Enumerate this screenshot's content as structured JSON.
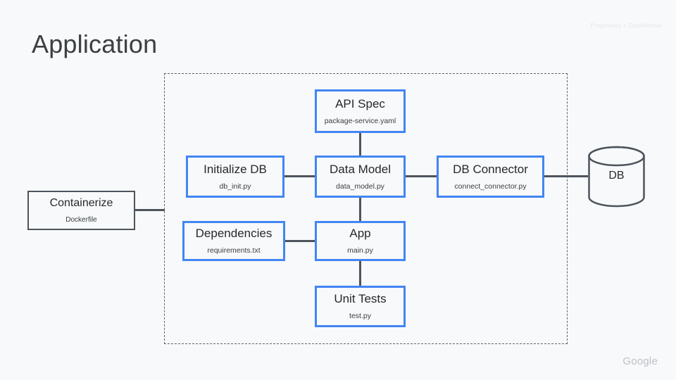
{
  "slide": {
    "title": "Application",
    "confidential_note": "Proprietary + Confidential",
    "brand": "Google",
    "background_color": "#f7f9fa",
    "accent_color": "#4285f4",
    "line_color": "#4e545c"
  },
  "diagram": {
    "type": "architecture-diagram",
    "boundary": {
      "style": "dashed",
      "color": "#5f6368"
    },
    "nodes": [
      {
        "id": "containerize",
        "title": "Containerize",
        "subtitle": "Dockerfile",
        "border_color": "#4e545c",
        "inside_boundary": false
      },
      {
        "id": "api-spec",
        "title": "API Spec",
        "subtitle": "package-service.yaml",
        "border_color": "#4285f4",
        "inside_boundary": true
      },
      {
        "id": "initialize-db",
        "title": "Initialize DB",
        "subtitle": "db_init.py",
        "border_color": "#4285f4",
        "inside_boundary": true
      },
      {
        "id": "data-model",
        "title": "Data Model",
        "subtitle": "data_model.py",
        "border_color": "#4285f4",
        "inside_boundary": true
      },
      {
        "id": "db-connector",
        "title": "DB Connector",
        "subtitle": "connect_connector.py",
        "border_color": "#4285f4",
        "inside_boundary": true
      },
      {
        "id": "dependencies",
        "title": "Dependencies",
        "subtitle": "requirements.txt",
        "border_color": "#4285f4",
        "inside_boundary": true
      },
      {
        "id": "app",
        "title": "App",
        "subtitle": "main.py",
        "border_color": "#4285f4",
        "inside_boundary": true
      },
      {
        "id": "unit-tests",
        "title": "Unit Tests",
        "subtitle": "test.py",
        "border_color": "#4285f4",
        "inside_boundary": true
      },
      {
        "id": "database",
        "title": "DB",
        "subtitle": "",
        "shape": "cylinder",
        "border_color": "#4e545c",
        "inside_boundary": false
      }
    ],
    "edges": [
      {
        "from": "containerize",
        "to": "boundary"
      },
      {
        "from": "api-spec",
        "to": "data-model"
      },
      {
        "from": "initialize-db",
        "to": "data-model"
      },
      {
        "from": "data-model",
        "to": "db-connector"
      },
      {
        "from": "db-connector",
        "to": "database"
      },
      {
        "from": "data-model",
        "to": "app"
      },
      {
        "from": "dependencies",
        "to": "app"
      },
      {
        "from": "app",
        "to": "unit-tests"
      }
    ]
  }
}
